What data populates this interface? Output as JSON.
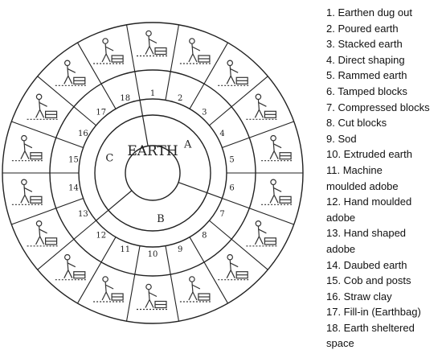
{
  "diagram": {
    "center_label": "EARTH",
    "groups": [
      {
        "letter": "A",
        "sectors": [
          1,
          2,
          3,
          4,
          5,
          6
        ]
      },
      {
        "letter": "B",
        "sectors": [
          7,
          8,
          9,
          10,
          11,
          12
        ]
      },
      {
        "letter": "C",
        "sectors": [
          13,
          14,
          15,
          16,
          17,
          18
        ]
      }
    ],
    "sectors": [
      "1",
      "2",
      "3",
      "4",
      "5",
      "6",
      "7",
      "8",
      "9",
      "10",
      "11",
      "12",
      "13",
      "14",
      "15",
      "16",
      "17",
      "18"
    ]
  },
  "legend": {
    "items": [
      "1. Earthen dug out",
      "2. Poured earth",
      "3. Stacked earth",
      "4. Direct shaping",
      "5. Rammed earth",
      "6. Tamped blocks",
      "7. Compressed blocks",
      "8. Cut blocks",
      "9. Sod",
      "10. Extruded earth",
      "11. Machine",
      "moulded adobe",
      "12. Hand moulded",
      "adobe",
      "13. Hand shaped",
      "adobe",
      "14. Daubed earth",
      "15. Cob and posts",
      "16. Straw clay",
      "17. Fill-in (Earthbag)",
      "18. Earth sheltered",
      "space"
    ]
  }
}
